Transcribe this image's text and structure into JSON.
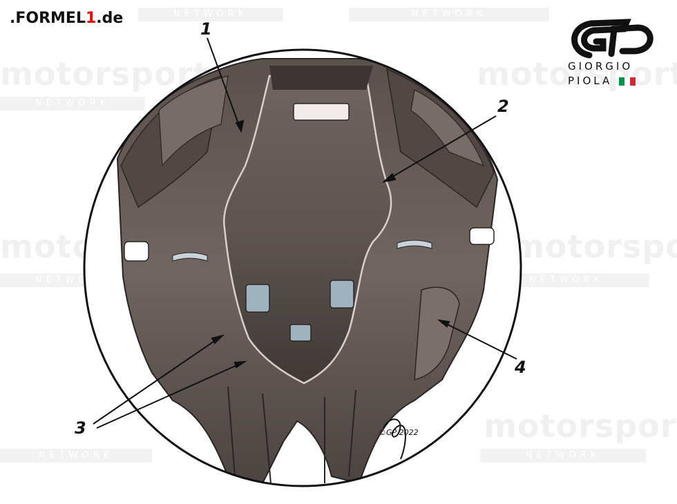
{
  "header": {
    "site_prefix": ".FORMEL",
    "site_digit": "1",
    "site_suffix": ".de",
    "illustrator_first": "GIORGIO",
    "illustrator_last": "PIOLA"
  },
  "watermark": {
    "word": "motorsport",
    "bar_text": "NETWORK"
  },
  "callouts": {
    "c1": "1",
    "c2": "2",
    "c3": "3",
    "c4": "4"
  },
  "signature": {
    "text": "©GP 2022"
  },
  "colors": {
    "floor_dark": "#4b4340",
    "floor_mid": "#6a605c",
    "floor_light": "#8a7f7a",
    "edge_highlight": "#d9d0cc",
    "italy_green": "#009246",
    "italy_red": "#ce2b37",
    "brand_red": "#e10600"
  }
}
